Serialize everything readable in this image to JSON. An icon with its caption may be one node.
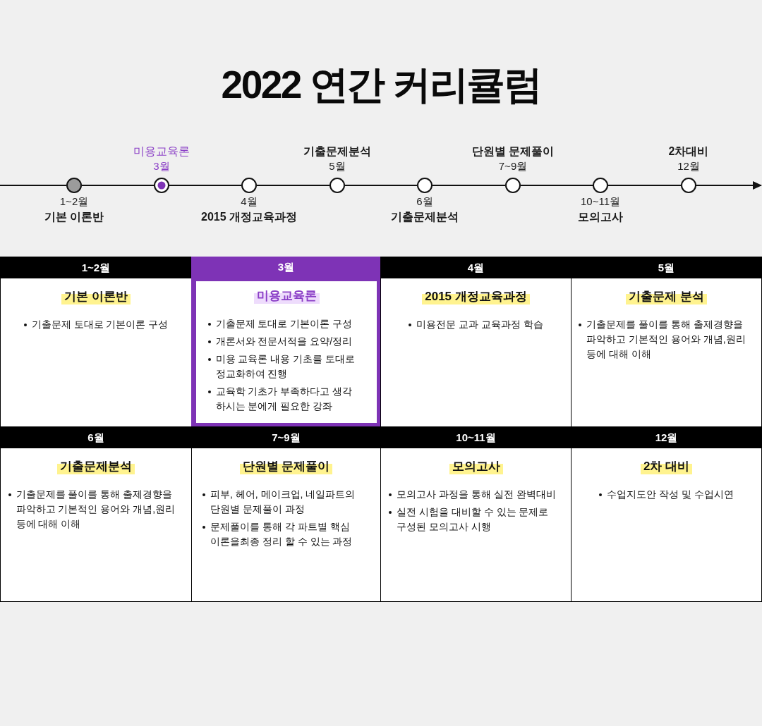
{
  "diagram": {
    "title": "2022 연간 커리큘럼",
    "nodes": [
      {
        "text": [],
        "shape": "circle",
        "beside": [
          "1~2월",
          "기본 이론반"
        ]
      },
      {
        "text": [],
        "shape": "circle",
        "beside": [
          "미용교육론",
          "3월"
        ]
      },
      {
        "text": [],
        "shape": "circle",
        "beside": [
          "4월",
          "2015 개정교육과정"
        ]
      },
      {
        "text": [],
        "shape": "circle",
        "beside": [
          "기출문제분석",
          "5월"
        ]
      },
      {
        "text": [],
        "shape": "circle",
        "beside": [
          "6월",
          "기출문제분석"
        ]
      },
      {
        "text": [],
        "shape": "circle",
        "beside": [
          "단원별 문제풀이",
          "7~9월"
        ]
      },
      {
        "text": [],
        "shape": "circle",
        "beside": [
          "10~11월",
          "모의고사"
        ]
      },
      {
        "text": [],
        "shape": "circle",
        "beside": [
          "2차대비",
          "12월"
        ]
      },
      {
        "text": [
          "1~2월",
          "기본 이론반",
          "기출문제 토대로 기본이론 구성"
        ]
      },
      {
        "text": [
          "3월",
          "미용교육론",
          "기출문제 토대로 기본이론 구성",
          "개론서와 전문서적을 요약/정리",
          "미용 교육론 내용 기초를 토대로 정교화하여 진행",
          "교육학 기초가 부족하다고 생각 하시는 분에게 필요한 강좌"
        ]
      },
      {
        "text": [
          "4월",
          "2015 개정교육과정",
          "미용전문 교과 교육과정 학습"
        ]
      },
      {
        "text": [
          "5월",
          "기출문제 분석",
          "기출문제를 풀이를 통해 출제경향을 파악하고 기본적인 용어와 개념,원리 등에 대해 이해"
        ]
      },
      {
        "text": [
          "6월",
          "기출문제분석",
          "기출문제를 풀이를 통해 출제경향을 파악하고 기본적인 용어와 개념,원리 등에 대해 이해"
        ]
      },
      {
        "text": [
          "7~9월",
          "단원별 문제풀이",
          "피부, 헤어, 메이크업, 네일파트의 단원별 문제풀이 과정",
          "문제풀이를 통해 각 파트별 핵심 이론을최종 정리 할 수 있는 과정"
        ]
      },
      {
        "text": [
          "10~11월",
          "모의고사",
          "모의고사 과정을 통해 실전 완벽대비",
          "실전 시험을 대비할 수 있는 문제로 구성된 모의고사 시행"
        ]
      },
      {
        "text": [
          "12월",
          "2차 대비",
          "수업지도안 작성 및 수업시연"
        ]
      }
    ],
    "edges": [
      {
        "from": null,
        "to": 0,
        "arrow": "none"
      },
      {
        "from": 0,
        "to": 1,
        "arrow": "none"
      },
      {
        "from": 1,
        "to": 2,
        "arrow": "none"
      },
      {
        "from": 2,
        "to": 3,
        "arrow": "none"
      },
      {
        "from": 3,
        "to": 4,
        "arrow": "none"
      },
      {
        "from": 4,
        "to": 5,
        "arrow": "none"
      },
      {
        "from": 5,
        "to": 6,
        "arrow": "none"
      },
      {
        "from": 6,
        "to": 7,
        "arrow": "none"
      },
      {
        "from": 7,
        "to": null,
        "arrow": "to"
      }
    ]
  }
}
